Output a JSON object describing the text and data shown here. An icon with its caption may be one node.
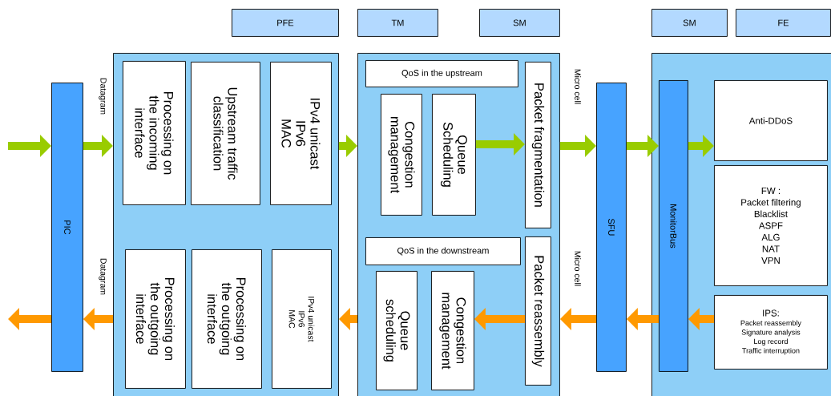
{
  "diagram": {
    "nodes": [
      {
        "text": [
          "PFE"
        ]
      },
      {
        "text": [
          "TM"
        ]
      },
      {
        "text": [
          "SM"
        ]
      },
      {
        "text": [
          "SM"
        ]
      },
      {
        "text": [
          "FE"
        ]
      },
      {
        "text": [
          "PIC"
        ]
      },
      {
        "text": [],
        "shape": "box"
      },
      {
        "text": [
          "Processing on the incoming interface"
        ],
        "in": 6
      },
      {
        "text": [
          "Upstream traffic classification"
        ],
        "in": 6
      },
      {
        "text": [
          "IPv4 unicast",
          "IPv6",
          "MAC"
        ],
        "in": 6
      },
      {
        "text": [
          "Processing on the outgoing interface"
        ],
        "in": 6
      },
      {
        "text": [
          "Processing on the outgoing interface"
        ],
        "in": 6
      },
      {
        "text": [
          "IPv4 unicast",
          "IPv6",
          "MAC"
        ],
        "in": 6
      },
      {
        "text": [],
        "shape": "box"
      },
      {
        "text": [
          "QoS in the upstream"
        ],
        "in": 13
      },
      {
        "text": [
          "Congestion management"
        ],
        "in": 13
      },
      {
        "text": [
          "Queue Scheduling"
        ],
        "in": 13
      },
      {
        "text": [
          "Packet fragmentation"
        ],
        "in": 13
      },
      {
        "text": [
          "QoS in the downstream"
        ],
        "in": 13
      },
      {
        "text": [
          "Queue scheduling"
        ],
        "in": 13
      },
      {
        "text": [
          "Congestion management"
        ],
        "in": 13
      },
      {
        "text": [
          "Packet reassembly"
        ],
        "in": 13
      },
      {
        "text": [
          "SFU"
        ]
      },
      {
        "text": [],
        "shape": "box"
      },
      {
        "text": [
          "MonitorBus"
        ],
        "in": 23
      },
      {
        "text": [
          "Anti-DDoS"
        ],
        "in": 23
      },
      {
        "text": [
          "FW :",
          "Packet filtering",
          "Blacklist",
          "ASPF",
          "ALG",
          "NAT",
          "VPN"
        ],
        "in": 23
      },
      {
        "text": [
          "IPS:",
          "Packet reassembly",
          "Signature analysis",
          "Log record",
          "Traffic interruption"
        ],
        "in": 23
      }
    ],
    "edges": [
      {
        "from": null,
        "to": 5,
        "arrow": "to",
        "color": "#99cc00"
      },
      {
        "from": 5,
        "to": 6,
        "arrow": "to",
        "label": "Datagram",
        "color": "#99cc00"
      },
      {
        "from": 6,
        "to": 13,
        "arrow": "to",
        "color": "#99cc00"
      },
      {
        "from": 16,
        "to": 17,
        "arrow": "to",
        "color": "#99cc00"
      },
      {
        "from": 13,
        "to": 22,
        "arrow": "to",
        "label": "Micro cell",
        "color": "#99cc00"
      },
      {
        "from": 22,
        "to": 24,
        "arrow": "to",
        "color": "#99cc00"
      },
      {
        "from": 24,
        "to": 25,
        "arrow": "to",
        "color": "#99cc00"
      },
      {
        "from": 27,
        "to": 24,
        "arrow": "to",
        "color": "#ff9900"
      },
      {
        "from": 24,
        "to": 22,
        "arrow": "to",
        "color": "#ff9900"
      },
      {
        "from": 22,
        "to": 13,
        "arrow": "to",
        "label": "Micro cell",
        "color": "#ff9900"
      },
      {
        "from": 21,
        "to": 20,
        "arrow": "to",
        "color": "#ff9900"
      },
      {
        "from": 13,
        "to": 6,
        "arrow": "to",
        "color": "#ff9900"
      },
      {
        "from": 6,
        "to": 5,
        "arrow": "to",
        "label": "Datagram",
        "color": "#ff9900"
      },
      {
        "from": 5,
        "to": null,
        "arrow": "to",
        "color": "#ff9900"
      }
    ]
  }
}
